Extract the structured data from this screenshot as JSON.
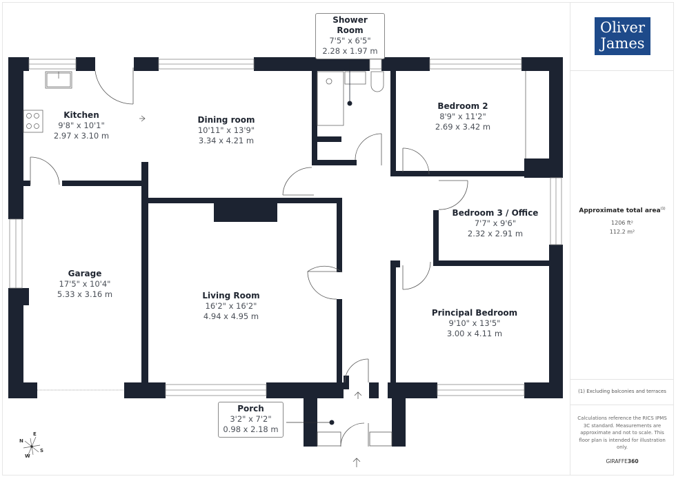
{
  "brand": {
    "logo_line1": "Oliver",
    "logo_line2": "James",
    "logo_color": "#1e4a8a",
    "software_prefix": "GIRAFFE",
    "software_suffix": "360"
  },
  "area": {
    "title": "Approximate total area",
    "footnote_marker": "(1)",
    "sq_ft": "1206 ft²",
    "sq_m": "112.2 m²"
  },
  "footnote": "(1) Excluding balconies and terraces",
  "disclaimer": "Calculations reference the RICS IPMS 3C standard. Measurements are approximate and not to scale. This floor plan is intended for illustration only.",
  "compass": {
    "n": "N",
    "e": "E",
    "s": "S",
    "w": "W"
  },
  "colors": {
    "wall": "#1c2331",
    "text_dark": "#1f2530",
    "text_dim": "#4a4f57"
  },
  "rooms": {
    "kitchen": {
      "name": "Kitchen",
      "imperial": "9'8\" x 10'1\"",
      "metric": "2.97 x 3.10 m"
    },
    "dining": {
      "name": "Dining room",
      "imperial": "10'11\" x 13'9\"",
      "metric": "3.34 x 4.21 m"
    },
    "shower": {
      "name": "Shower Room",
      "imperial": "7'5\" x 6'5\"",
      "metric": "2.28 x 1.97 m"
    },
    "bedroom2": {
      "name": "Bedroom 2",
      "imperial": "8'9\" x 11'2\"",
      "metric": "2.69 x 3.42 m"
    },
    "bedroom3": {
      "name": "Bedroom 3 / Office",
      "imperial": "7'7\" x 9'6\"",
      "metric": "2.32 x 2.91 m"
    },
    "garage": {
      "name": "Garage",
      "imperial": "17'5\" x 10'4\"",
      "metric": "5.33 x 3.16 m"
    },
    "living": {
      "name": "Living Room",
      "imperial": "16'2\" x 16'2\"",
      "metric": "4.94 x 4.95 m"
    },
    "principal": {
      "name": "Principal Bedroom",
      "imperial": "9'10\" x 13'5\"",
      "metric": "3.00 x 4.11 m"
    },
    "porch": {
      "name": "Porch",
      "imperial": "3'2\" x 7'2\"",
      "metric": "0.98 x 2.18 m"
    }
  }
}
